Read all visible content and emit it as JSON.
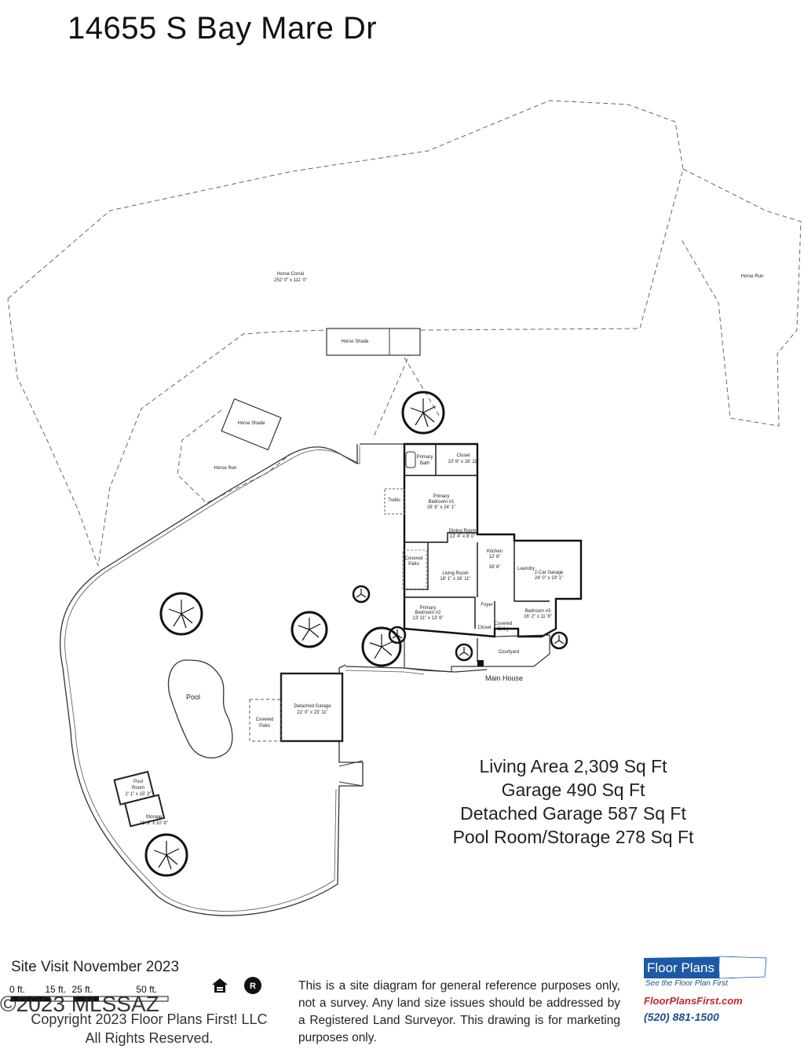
{
  "title": "14655 S Bay Mare Dr",
  "labels": {
    "horse_corral": "Horse Corral",
    "horse_corral_dim": "252' 0\" x 111' 0\"",
    "horse_run_east": "Horse Run",
    "horse_shade_1": "Horse Shade",
    "horse_shade_2": "Horse Shade",
    "horse_run_west": "Horse Run",
    "pool": "Pool",
    "detached_garage": "Detached Garage",
    "detached_garage_dim": "22' 0\" x 23' 11\"",
    "covered_patio_garage": "Covered",
    "covered_patio_garage_2": "Patio",
    "pool_room": "Pool",
    "pool_room_2": "Room",
    "pool_room_dim": "2' 1\" x 15' 3\"",
    "storage": "Storage",
    "storage_dim": "11' 9\" x 10' 8\"",
    "main_house": "Main House",
    "trellis": "Trellis",
    "primary_bath": "Primary",
    "primary_bath_2": "Bath",
    "closet": "Closet",
    "closet_dim": "10' 6\" x 16' 11\"",
    "primary_bedroom": "Primary",
    "primary_bedroom_2": "Bedroom #1",
    "primary_bedroom_dim": "26' 6\" x 24' 1\"",
    "dining_room": "Dining Room",
    "dining_room_dim": "13' 4\" x 8' 0\"",
    "kitchen": "Kitchen",
    "kitchen_dim": "12' 8\"",
    "kitchen_dim2": "16' 6\"",
    "covered_patio": "Covered",
    "covered_patio_2": "Patio",
    "living_room": "Living Room",
    "living_room_dim": "18' 1\" x 16' 11\"",
    "laundry": "Laundry",
    "garage": "2-Car Garage",
    "garage_dim": "24' 0\" x 19' 1\"",
    "foyer": "Foyer",
    "primary_bed2": "Primary",
    "primary_bed2_2": "Bedroom #2",
    "primary_bed2_dim": "13' 11\" x 13' 6\"",
    "closet2": "Closet",
    "bedroom3": "Bedroom #3",
    "bedroom3_dim": "16' 2\" x 11' 6\"",
    "covered_entry": "Covered",
    "covered_entry_2": "Entry",
    "courtyard": "Courtyard"
  },
  "areas": [
    "Living Area 2,309 Sq Ft",
    "Garage 490 Sq Ft",
    "Detached Garage 587 Sq Ft",
    "Pool Room/Storage 278 Sq Ft"
  ],
  "footer": {
    "site_visit": "Site Visit November 2023",
    "scale": [
      "0 ft.",
      "15 ft.",
      "25 ft.",
      "50 ft."
    ],
    "copyright_line1": "Copyright 2023 Floor Plans First! LLC",
    "copyright_line2": "All Rights Reserved.",
    "watermark": "©2023 MLSSAZ",
    "disclaimer": "This is a site diagram for general reference purposes only, not a survey.  Any land size issues should be addressed by a Registered Land Surveyor. This drawing is for marketing purposes only.",
    "logo_text": "Floor Plans First!",
    "logo_tagline": "See the Floor Plan First",
    "url": "FloorPlansFirst.com",
    "phone": "(520) 881-1500"
  },
  "icons": [
    "equal-housing-icon",
    "realtor-icon",
    "tree-icon"
  ]
}
